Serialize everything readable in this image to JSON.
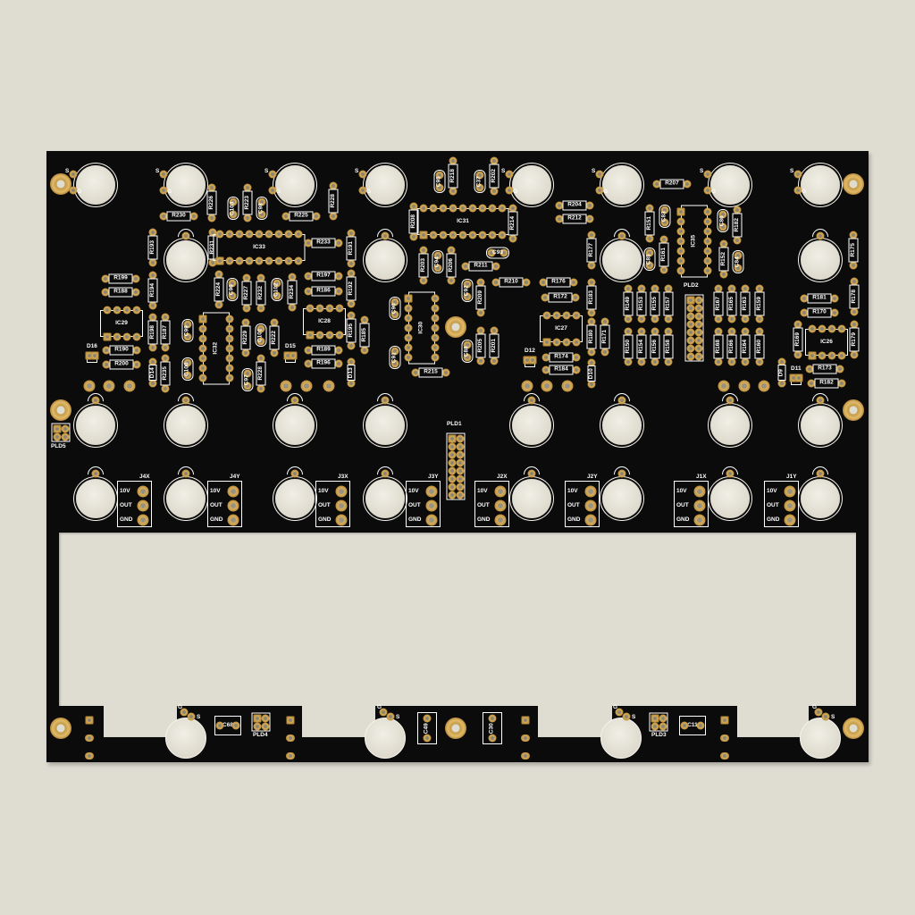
{
  "board": {
    "colors": {
      "background": "#dfddd2",
      "soldermask": "#0b0b0b",
      "copper": "#c9a04a",
      "silkscreen": "#ffffff"
    }
  },
  "jack_pins": {
    "g": "G",
    "s": "S"
  },
  "components": [
    "R226",
    "C103",
    "R223",
    "C98",
    "R228",
    "R230",
    "R225",
    "R193",
    "R231",
    "IC33",
    "R233",
    "R191",
    "R199",
    "R188",
    "R194",
    "R224",
    "C96",
    "R227",
    "R232",
    "C102",
    "R234",
    "R197",
    "R186",
    "R192",
    "IC29",
    "IC28",
    "R198",
    "R187",
    "C99",
    "IC32",
    "R229",
    "C101",
    "R222",
    "R195",
    "R190",
    "R200",
    "D14",
    "R235",
    "C100",
    "C97",
    "R228",
    "R189",
    "R196",
    "D13",
    "C95",
    "R218",
    "C37",
    "R202",
    "R208",
    "IC31",
    "R214",
    "C93",
    "R203",
    "C94",
    "R206",
    "R211",
    "R210",
    "C92",
    "R209",
    "C90",
    "IC30",
    "R205",
    "R201",
    "C88",
    "C91",
    "R215",
    "R204",
    "R212",
    "R177",
    "R176",
    "R172",
    "R183",
    "IC27",
    "R180",
    "R171",
    "R174",
    "R184",
    "D10",
    "R185",
    "R207",
    "R151",
    "C83",
    "IC35",
    "C86",
    "R182",
    "C85",
    "R161",
    "R152",
    "C84",
    "R175",
    "R149",
    "R153",
    "R155",
    "R157",
    "R167",
    "R165",
    "R163",
    "R159",
    "R150",
    "R154",
    "R156",
    "R158",
    "R168",
    "R166",
    "R164",
    "R160",
    "R181",
    "R170",
    "R178",
    "R169",
    "IC26",
    "R179",
    "D9",
    "R173",
    "R182",
    "C68",
    "C49",
    "C30",
    "C11"
  ],
  "diodes_smd": [
    "D16",
    "D15",
    "D12",
    "D11"
  ],
  "headers": [
    "PLD1",
    "PLD2",
    "PLD3",
    "PLD4",
    "PLD5"
  ],
  "output_connectors": [
    {
      "ref": "J4X",
      "pins": [
        "10V",
        "OUT",
        "GND"
      ]
    },
    {
      "ref": "J4Y",
      "pins": [
        "10V",
        "OUT",
        "GND"
      ]
    },
    {
      "ref": "J3X",
      "pins": [
        "10V",
        "OUT",
        "GND"
      ]
    },
    {
      "ref": "J3Y",
      "pins": [
        "10V",
        "OUT",
        "GND"
      ]
    },
    {
      "ref": "J2X",
      "pins": [
        "10V",
        "OUT",
        "GND"
      ]
    },
    {
      "ref": "J2Y",
      "pins": [
        "10V",
        "OUT",
        "GND"
      ]
    },
    {
      "ref": "J1X",
      "pins": [
        "10V",
        "OUT",
        "GND"
      ]
    },
    {
      "ref": "J1Y",
      "pins": [
        "10V",
        "OUT",
        "GND"
      ]
    }
  ]
}
